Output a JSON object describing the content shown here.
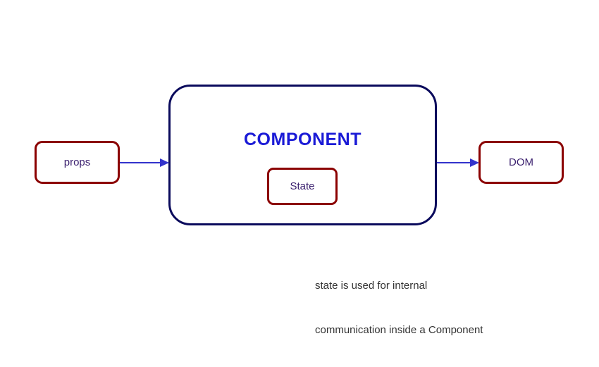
{
  "diagram": {
    "title": "React component data flow diagram",
    "background_color": "#ffffff",
    "colors": {
      "box_border_red": "#8b0000",
      "component_border_navy": "#0a0a5c",
      "component_title_blue": "#1a1ad6",
      "arrow_blue": "#3333cc",
      "box_label_indigo": "#3a1f6e",
      "caption_gray": "#333333"
    },
    "nodes": {
      "props": {
        "label": "props",
        "shape": "rounded-rectangle"
      },
      "component": {
        "label": "COMPONENT",
        "shape": "rounded-rectangle"
      },
      "state": {
        "label": "State",
        "shape": "rounded-rectangle"
      },
      "dom": {
        "label": "DOM",
        "shape": "rounded-rectangle"
      }
    },
    "arrows": [
      {
        "name": "props-to-component",
        "from": "props",
        "to": "component",
        "direction": "right"
      },
      {
        "name": "component-to-dom",
        "from": "component",
        "to": "dom",
        "direction": "right"
      }
    ],
    "caption": {
      "line1": "state is used for internal",
      "line2": "communication inside a Component"
    }
  }
}
